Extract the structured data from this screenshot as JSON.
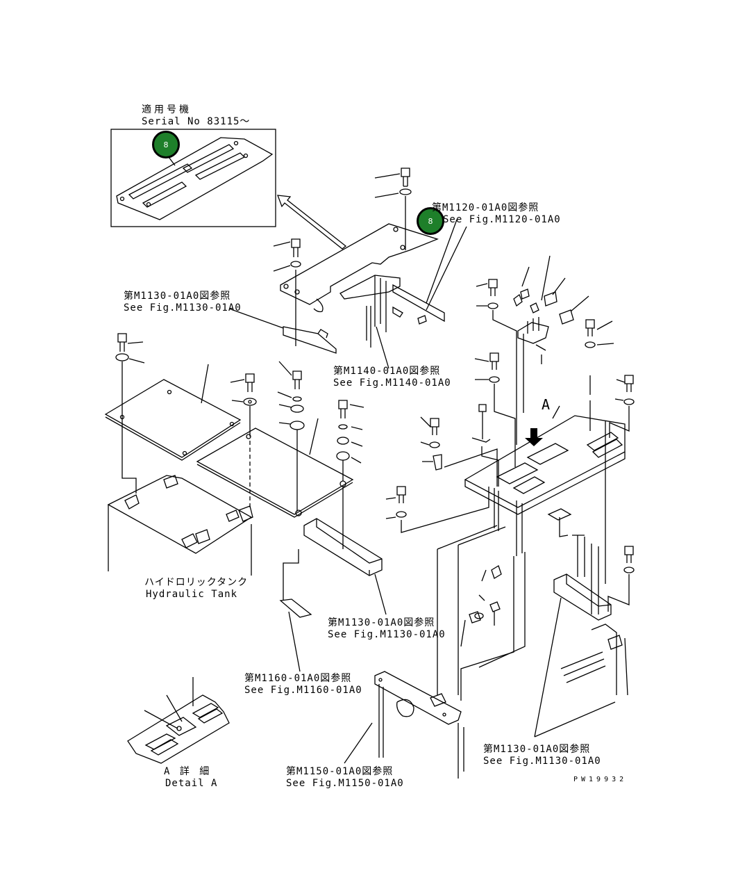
{
  "inset": {
    "serial_jp": "適用号機",
    "serial_en": "Serial No 83115～"
  },
  "badges": [
    {
      "label": "8",
      "color": "#1e7f2a"
    },
    {
      "label": "8",
      "color": "#1e7f2a"
    }
  ],
  "refs": {
    "m1120": {
      "jp": "第M1120-01A0図参照",
      "en": "See Fig.M1120-01A0"
    },
    "m1130_top": {
      "jp": "第M1130-01A0図参照",
      "en": "See Fig.M1130-01A0"
    },
    "m1140": {
      "jp": "第M1140-01A0図参照",
      "en": "See Fig.M1140-01A0"
    },
    "m1130_mid": {
      "jp": "第M1130-01A0図参照",
      "en": "See Fig.M1130-01A0"
    },
    "m1160": {
      "jp": "第M1160-01A0図参照",
      "en": "See Fig.M1160-01A0"
    },
    "m1150": {
      "jp": "第M1150-01A0図参照",
      "en": "See Fig.M1150-01A0"
    },
    "m1130_right": {
      "jp": "第M1130-01A0図参照",
      "en": "See Fig.M1130-01A0"
    }
  },
  "tank": {
    "jp": "ハイドロリックタンク",
    "en": "Hydraulic Tank"
  },
  "view_marker": "A",
  "detail": {
    "jp": "A 詳 細",
    "en": "Detail A"
  },
  "drawing_code": "PW19932"
}
